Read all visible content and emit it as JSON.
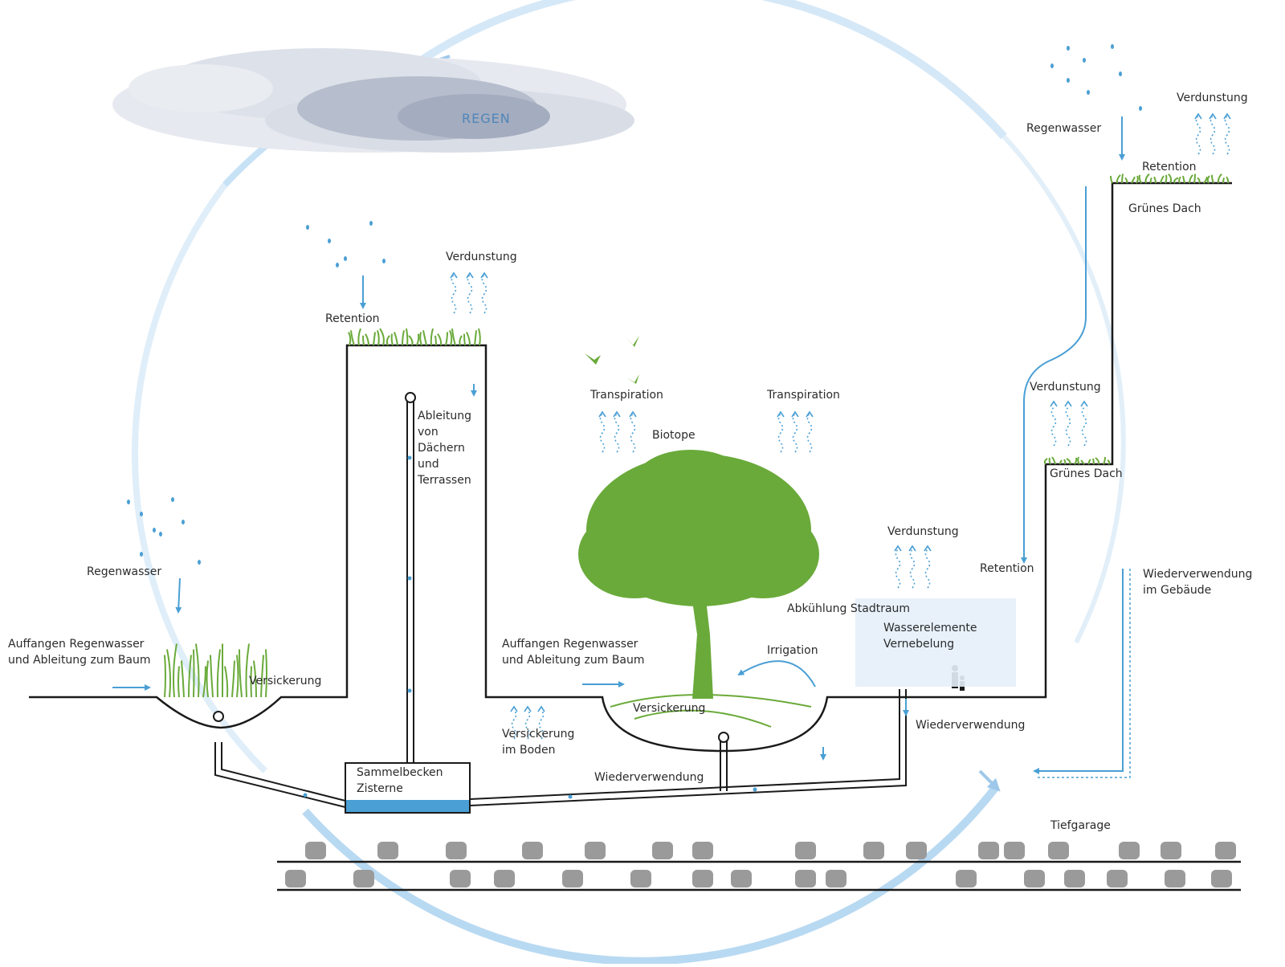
{
  "colors": {
    "water": "#4a9fd4",
    "cycle": "#b8d9f2",
    "plant": "#6aaa3a",
    "ground": "#1a1a1a",
    "cloud": "#c9d0dc",
    "car": "#9a9a9a"
  },
  "labels": {
    "regen": "REGEN",
    "regenwasser_left": "Regenwasser",
    "auffangen_left": "Auffangen Regenwasser\nund Ableitung zum Baum",
    "versickerung_left": "Versickerung",
    "retention_mid": "Retention",
    "verdunstung_mid": "Verdunstung",
    "ableitung": "Ableitung\nvon\nDächern\nund\nTerrassen",
    "transpiration_1": "Transpiration",
    "transpiration_2": "Transpiration",
    "biotope": "Biotope",
    "auffangen_mid": "Auffangen Regenwasser\nund Ableitung zum Baum",
    "versickerung_tree": "Versickerung",
    "versickerung_boden": "Versickerung\nim Boden",
    "sammelbecken": "Sammelbecken\nZisterne",
    "wiederverwendung_1": "Wiederverwendung",
    "wiederverwendung_2": "Wiederverwendung",
    "irrigation": "Irrigation",
    "abkuehlung": "Abkühlung Stadtraum",
    "wasserelemente": "Wasserelemente\nVernebelung",
    "verdunstung_fountain": "Verdunstung",
    "regenwasser_right": "Regenwasser",
    "verdunstung_top": "Verdunstung",
    "retention_top": "Retention",
    "gruenes_dach_top": "Grünes Dach",
    "verdunstung_right": "Verdunstung",
    "gruenes_dach_mid": "Grünes Dach",
    "retention_right": "Retention",
    "wiederverwendung_gebaeude": "Wiederverwendung\nim Gebäude",
    "tiefgarage": "Tiefgarage"
  },
  "icons": [
    "cloud-icon",
    "rain-drops-icon",
    "tree-icon",
    "bird-icon",
    "grass-icon",
    "car-icon",
    "pedestrian-icon",
    "fountain-mist-icon",
    "evaporation-arrows-icon"
  ]
}
